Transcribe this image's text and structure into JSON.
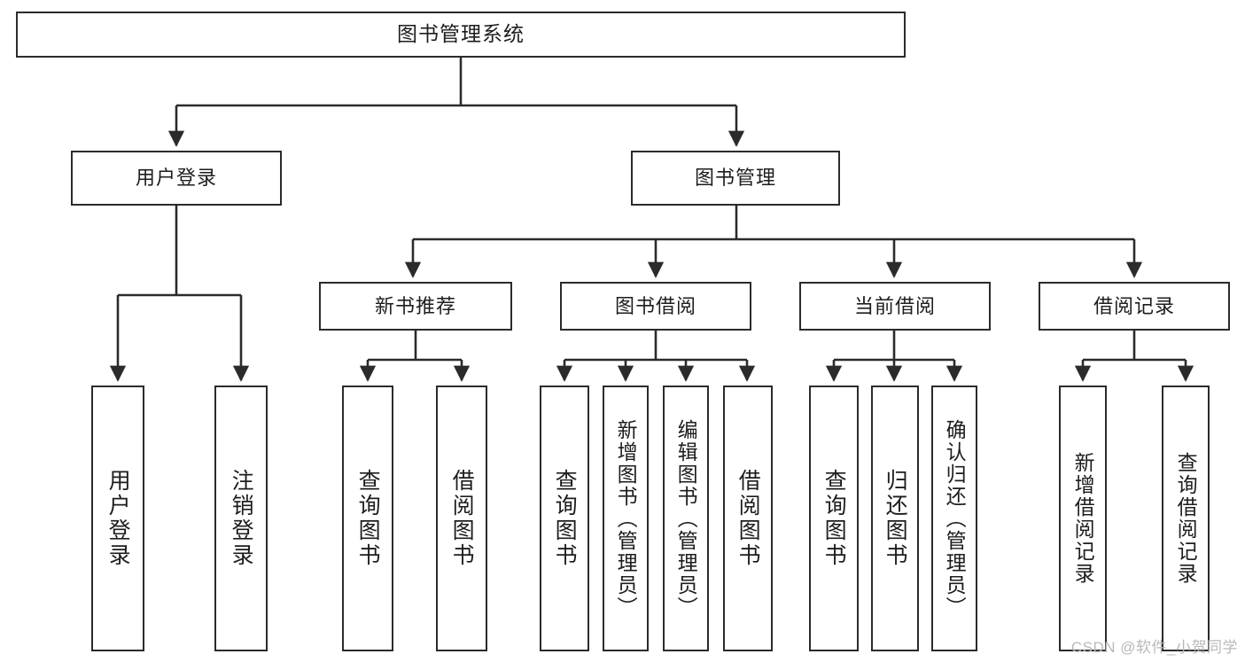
{
  "diagram": {
    "title": "图书管理系统",
    "type": "tree",
    "root": {
      "label": "图书管理系统"
    },
    "level2": [
      {
        "label": "用户登录"
      },
      {
        "label": "图书管理"
      }
    ],
    "level3": [
      {
        "label": "新书推荐"
      },
      {
        "label": "图书借阅"
      },
      {
        "label": "当前借阅"
      },
      {
        "label": "借阅记录"
      }
    ],
    "leaves": {
      "user_login": [
        {
          "label": "用户登录"
        },
        {
          "label": "注销登录"
        }
      ],
      "new_book_recommend": [
        {
          "label": "查询图书"
        },
        {
          "label": "借阅图书"
        }
      ],
      "book_borrow": [
        {
          "label": "查询图书"
        },
        {
          "label": "新增图书（管理员）"
        },
        {
          "label": "编辑图书（管理员）"
        },
        {
          "label": "借阅图书"
        }
      ],
      "current_borrow": [
        {
          "label": "查询图书"
        },
        {
          "label": "归还图书"
        },
        {
          "label": "确认归还（管理员）"
        }
      ],
      "borrow_records": [
        {
          "label": "新增借阅记录"
        },
        {
          "label": "查询借阅记录"
        }
      ]
    }
  },
  "watermark": {
    "text": "CSDN @软件_小贺同学"
  },
  "colors": {
    "stroke": "#2b2b2b",
    "background": "#ffffff",
    "text": "#1d1d1d",
    "watermark": "#b9b9b9"
  }
}
